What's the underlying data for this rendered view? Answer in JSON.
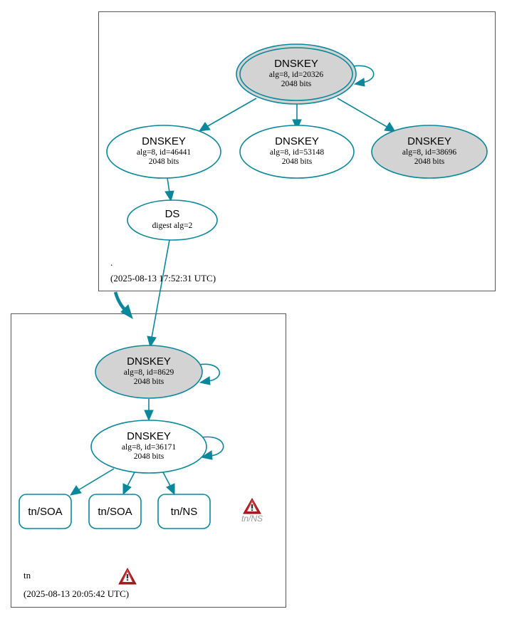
{
  "colors": {
    "edge": "#0a879a",
    "ksk_fill": "#d3d3d3",
    "zsk_fill": "#ffffff",
    "warning": "#c0262b"
  },
  "root_zone": {
    "name": ".",
    "timestamp": "(2025-08-13 17:52:31 UTC)",
    "nodes": {
      "ksk_top": {
        "title": "DNSKEY",
        "line1": "alg=8, id=20326",
        "line2": "2048 bits"
      },
      "key_a": {
        "title": "DNSKEY",
        "line1": "alg=8, id=46441",
        "line2": "2048 bits"
      },
      "key_b": {
        "title": "DNSKEY",
        "line1": "alg=8, id=53148",
        "line2": "2048 bits"
      },
      "key_c": {
        "title": "DNSKEY",
        "line1": "alg=8, id=38696",
        "line2": "2048 bits"
      },
      "ds": {
        "title": "DS",
        "line1": "digest alg=2"
      }
    }
  },
  "tn_zone": {
    "name": "tn",
    "timestamp": "(2025-08-13 20:05:42 UTC)",
    "nodes": {
      "ksk": {
        "title": "DNSKEY",
        "line1": "alg=8, id=8629",
        "line2": "2048 bits"
      },
      "zsk": {
        "title": "DNSKEY",
        "line1": "alg=8, id=36171",
        "line2": "2048 bits"
      }
    },
    "records": [
      "tn/SOA",
      "tn/SOA",
      "tn/NS"
    ],
    "warning_record": "tn/NS",
    "icons": [
      "warning-triangle-icon"
    ]
  }
}
